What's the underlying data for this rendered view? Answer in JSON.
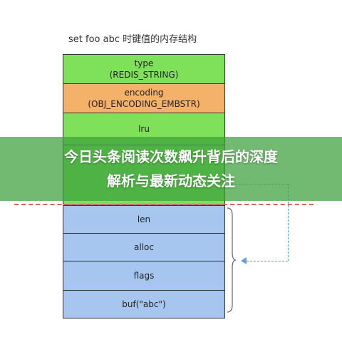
{
  "title": "set foo abc 时键值的内存结构",
  "boxes": {
    "type": {
      "label": "type",
      "value": "(REDIS_STRING)"
    },
    "encoding": {
      "label": "encoding",
      "value": "(OBJ_ENCODING_EMBSTR)"
    },
    "lru": {
      "label": "lru"
    },
    "len": {
      "label": "len"
    },
    "alloc": {
      "label": "alloc"
    },
    "flags": {
      "label": "flags"
    },
    "buf": {
      "label": "buf(\"abc\")"
    }
  },
  "banner": {
    "line1": "今日头条阅读次数飙升背后的深度",
    "line2": "解析与最新动态关注"
  },
  "colors": {
    "green": "#7fe15a",
    "orange": "#f3b169",
    "blue": "#a7c6ef",
    "banner": "#3ca03c",
    "dashed_red": "#e06060",
    "arrow_blue": "#5aa0e6"
  }
}
